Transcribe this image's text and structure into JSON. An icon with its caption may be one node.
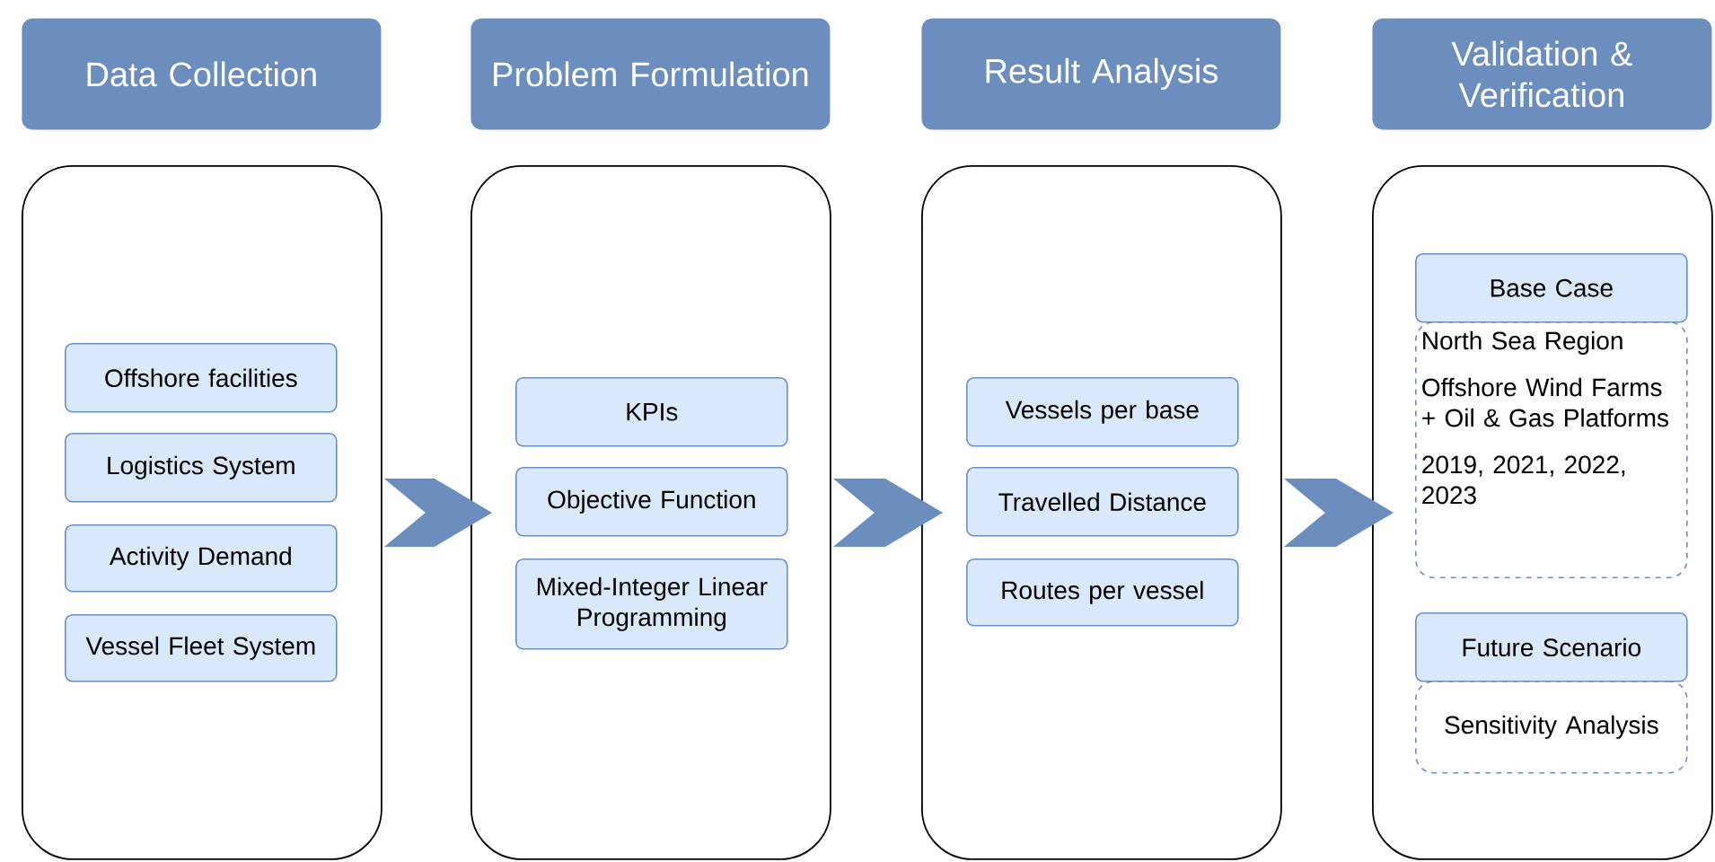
{
  "diagram": {
    "nodes": [
      {
        "text": [
          "Data Collection"
        ]
      },
      {
        "text": [],
        "shape": "box"
      },
      {
        "text": [
          "Offshore facilities"
        ],
        "in": 1
      },
      {
        "text": [
          "Logistics System"
        ],
        "in": 1
      },
      {
        "text": [
          "Activity Demand"
        ],
        "in": 1
      },
      {
        "text": [
          "Vessel Fleet System"
        ],
        "in": 1
      },
      {
        "text": [
          "Problem Formulation"
        ]
      },
      {
        "text": [],
        "shape": "box"
      },
      {
        "text": [
          "KPIs"
        ],
        "in": 7
      },
      {
        "text": [
          "Objective Function"
        ],
        "in": 7
      },
      {
        "text": [
          "Mixed-Integer Linear Programming"
        ],
        "in": 7
      },
      {
        "text": [
          "Result Analysis"
        ]
      },
      {
        "text": [],
        "shape": "box"
      },
      {
        "text": [
          "Vessels per base"
        ],
        "in": 12
      },
      {
        "text": [
          "Travelled Distance"
        ],
        "in": 12
      },
      {
        "text": [
          "Routes per vessel"
        ],
        "in": 12
      },
      {
        "text": [
          "Validation & Verification"
        ]
      },
      {
        "text": [],
        "shape": "box"
      },
      {
        "text": [
          "Base Case"
        ],
        "in": 17
      },
      {
        "text": [
          "North Sea Region",
          "Offshore Wind Farms + Oil & Gas Platforms",
          "2019, 2021, 2022, 2023"
        ],
        "in": 17
      },
      {
        "text": [
          "Future Scenario"
        ],
        "in": 17
      },
      {
        "text": [
          "Sensitivity Analysis"
        ],
        "in": 17
      }
    ],
    "edges": [
      {
        "from": 1,
        "to": 7,
        "arrow": "to"
      },
      {
        "from": 7,
        "to": 12,
        "arrow": "to"
      },
      {
        "from": 12,
        "to": 17,
        "arrow": "to"
      }
    ]
  }
}
